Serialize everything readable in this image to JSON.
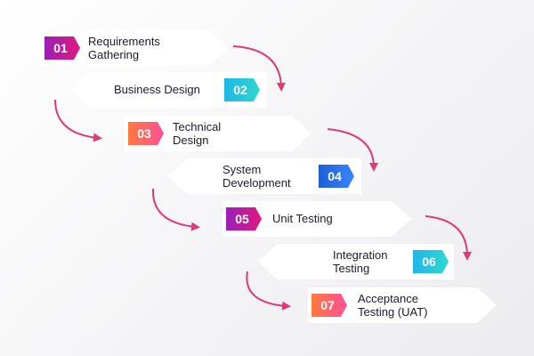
{
  "colors": {
    "arrow": "#e0397a",
    "badge_01": [
      "#9b1fb8",
      "#e0197d"
    ],
    "badge_02": [
      "#1fb6e8",
      "#2fd8d0"
    ],
    "badge_03": [
      "#ff7a3d",
      "#ff4f9a"
    ],
    "badge_04": [
      "#1d5fd6",
      "#3a86ff"
    ],
    "badge_05": [
      "#9b1fb8",
      "#e0197d"
    ],
    "badge_06": [
      "#1fb6e8",
      "#2fd8d0"
    ],
    "badge_07": [
      "#ff7a3d",
      "#ff4f9a"
    ]
  },
  "steps": [
    {
      "number": "01",
      "line1": "Requirements",
      "line2": "Gathering"
    },
    {
      "number": "02",
      "line1": "Business Design",
      "line2": ""
    },
    {
      "number": "03",
      "line1": "Technical",
      "line2": "Design"
    },
    {
      "number": "04",
      "line1": "System",
      "line2": "Development"
    },
    {
      "number": "05",
      "line1": "Unit Testing",
      "line2": ""
    },
    {
      "number": "06",
      "line1": "Integration",
      "line2": "Testing"
    },
    {
      "number": "07",
      "line1": "Acceptance",
      "line2": "Testing (UAT)"
    }
  ]
}
